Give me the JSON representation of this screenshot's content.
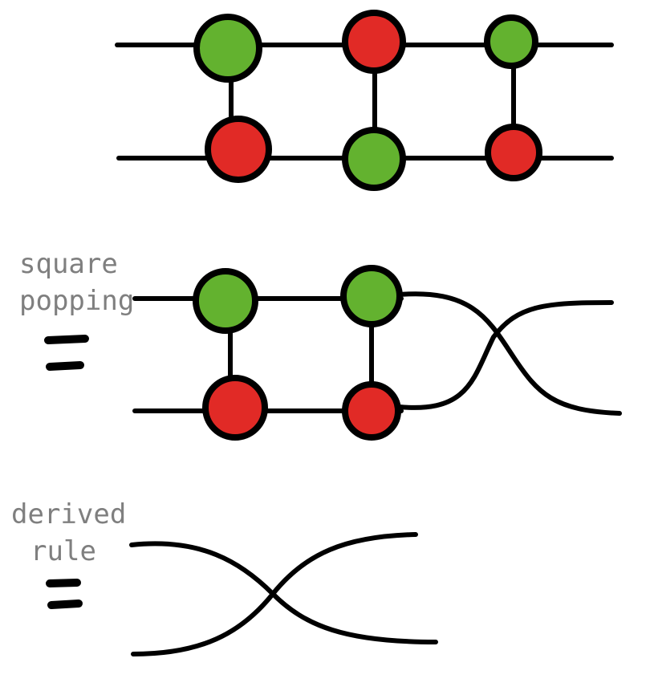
{
  "colors": {
    "green_node": "#63b22f",
    "red_node": "#e12a26",
    "ink": "#000000",
    "caption_text": "#7f7f7f"
  },
  "panels": [
    {
      "id": "top",
      "node_rows": {
        "top_wire": [
          "green",
          "red",
          "green"
        ],
        "bottom_wire": [
          "red",
          "green",
          "red"
        ]
      }
    },
    {
      "id": "middle",
      "caption": [
        "square",
        "popping"
      ],
      "relation": "=",
      "node_rows": {
        "top_wire": [
          "green",
          "green"
        ],
        "bottom_wire": [
          "red",
          "red"
        ]
      },
      "then": "wire-crossing"
    },
    {
      "id": "bottom",
      "caption": [
        "derived",
        "rule"
      ],
      "relation": "=",
      "content": "wire-crossing"
    }
  ]
}
